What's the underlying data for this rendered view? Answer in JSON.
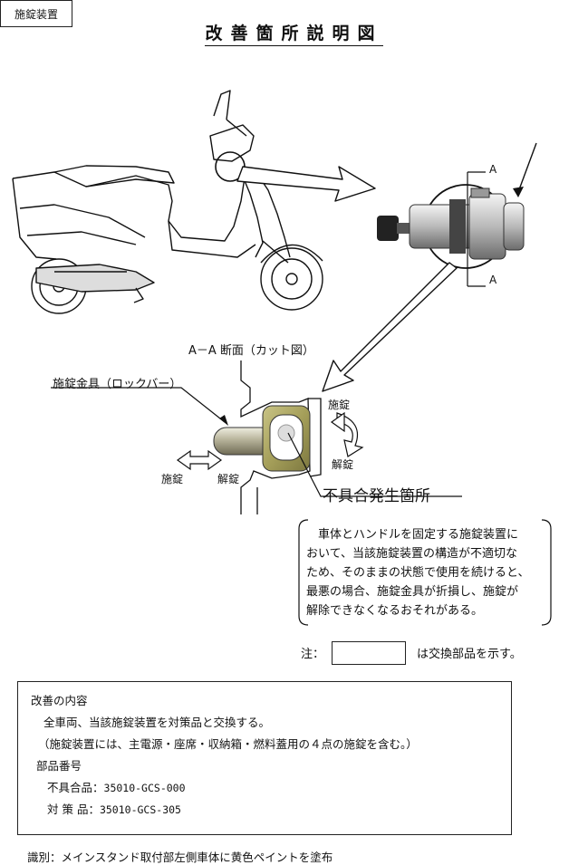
{
  "title": "改善箇所説明図",
  "labels": {
    "locking_device": "施錠装置",
    "section_a_top": "A",
    "section_a_bottom": "A",
    "section_title": "A－A 断面（カット図）",
    "lock_bar": "施錠金具（ロックバー）",
    "lock_right": "施錠",
    "unlock_right": "解錠",
    "lock_left": "施錠",
    "unlock_left": "解錠",
    "defect_location": "不具合発生箇所"
  },
  "note_lines": [
    "　車体とハンドルを固定する施錠装置に",
    "おいて、当該施錠装置の構造が不適切な",
    "ため、そのままの状態で使用を続けると、",
    "最悪の場合、施錠金具が折損し、施錠が",
    "解除できなくなるおそれがある。"
  ],
  "legend": {
    "prefix": "注：",
    "suffix": "は交換部品を示す。"
  },
  "improvement": {
    "heading": "改善の内容",
    "line1": "全車両、当該施錠装置を対策品と交換する。",
    "line2": "（施錠装置には、主電源・座席・収納箱・燃料蓋用の４点の施錠を含む。）",
    "parts_heading": "部品番号",
    "defective_label": "不具合品：",
    "defective_number": "35010-GCS-000",
    "countermeasure_label": "対 策 品：",
    "countermeasure_number": "35010-GCS-305"
  },
  "identification": "識別：メインスタンド取付部左側車体に黄色ペイントを塗布"
}
